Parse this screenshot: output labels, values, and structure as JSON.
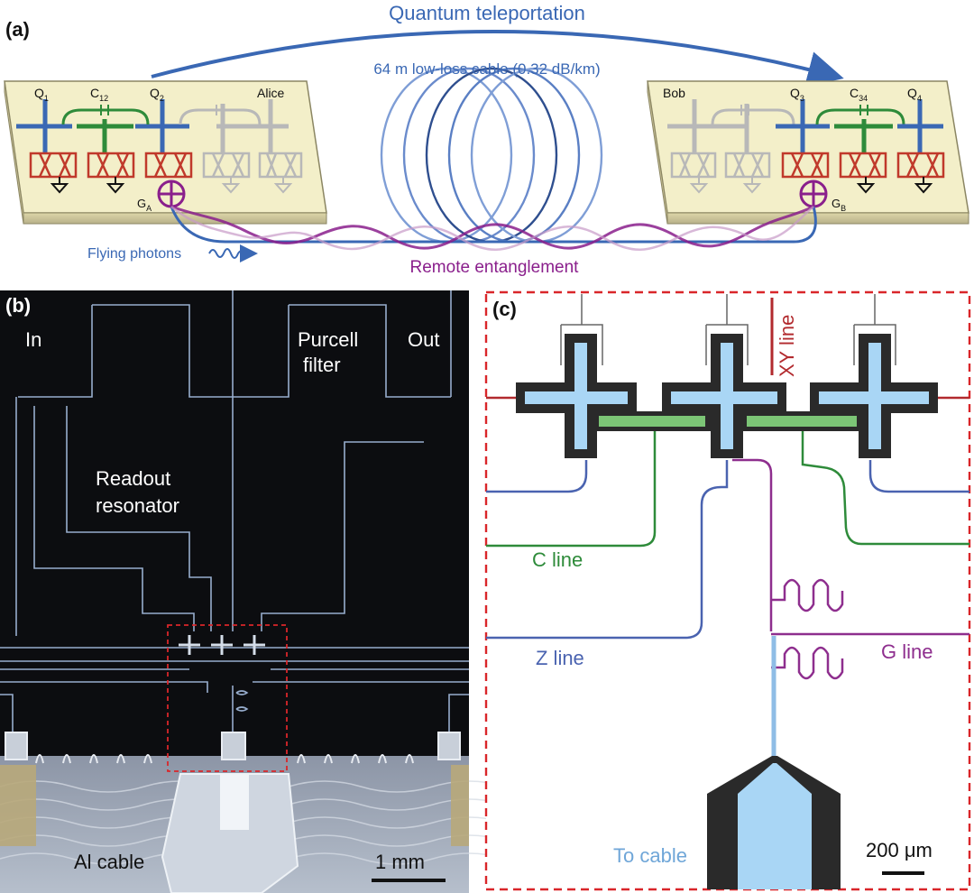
{
  "panel_a": {
    "label": "(a)",
    "teleport_label": "Quantum teleportation",
    "cable_label": "64 m low-loss cable (0.32 dB/km)",
    "flying_label": "Flying photons",
    "remote_label": "Remote entanglement",
    "alice": {
      "name": "Alice",
      "q1": "Q",
      "q1_sub": "1",
      "c12": "C",
      "c12_sub": "12",
      "q2": "Q",
      "q2_sub": "2",
      "g": "G",
      "g_sub": "A"
    },
    "bob": {
      "name": "Bob",
      "q3": "Q",
      "q3_sub": "3",
      "c34": "C",
      "c34_sub": "34",
      "q4": "Q",
      "q4_sub": "4",
      "g": "G",
      "g_sub": "B"
    }
  },
  "panel_b": {
    "label": "(b)",
    "in_label": "In",
    "out_label": "Out",
    "purcell_line1": "Purcell",
    "purcell_line2": "filter",
    "readout_line1": "Readout",
    "readout_line2": "resonator",
    "cable_label": "Al cable",
    "scale_label": "1 mm"
  },
  "panel_c": {
    "label": "(c)",
    "xy_label": "XY line",
    "c_label": "C line",
    "z_label": "Z line",
    "g_label": "G line",
    "to_cable_label": "To cable",
    "scale_label": "200 μm"
  },
  "colors": {
    "qubit_blue": "#3a68b4",
    "coupler_green": "#2e8b3a",
    "g_purple": "#8a1f8c",
    "junction_red": "#c0392b",
    "chip_fill": "#f3efc9",
    "dashed_red": "#d9262a",
    "light_blue": "#a9d6f5",
    "chip_black": "#2a2a2a",
    "line_green": "#7cc576",
    "line_blue": "#4a63b0",
    "line_purple": "#8e2e8e"
  }
}
